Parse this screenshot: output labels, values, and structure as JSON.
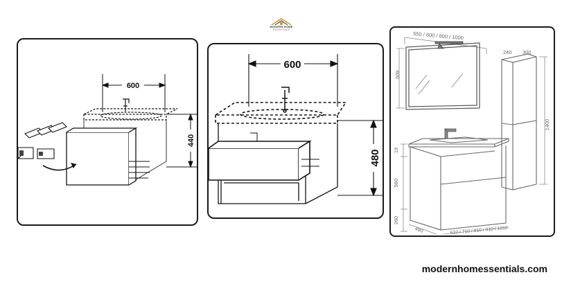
{
  "logo": {
    "line1": "MODERN HOME",
    "line2": "ESSENTIALS",
    "icon": "house-roof-logo-icon",
    "accent": "#c89b3c"
  },
  "left_drawing": {
    "width_label": "600",
    "height_label": "440",
    "arrow_icon": "curved-arrow-icon"
  },
  "middle_drawing": {
    "width_label": "600",
    "height_label": "480"
  },
  "right_drawing": {
    "mirror_width_label": "550 / 600 / 800 / 1000",
    "mirror_height_label": "600",
    "cabinet_depth_label": "240",
    "cabinet_width_label": "300",
    "cabinet_height_label": "1400",
    "top_thickness_label": "19",
    "vanity_height_label": "560",
    "legs_height_label": "260",
    "vanity_depth_label": "460",
    "vanity_width_label": "610 / 710 / 810 / 910 / 1010"
  },
  "footer": {
    "website": "modernhomessentials.com"
  }
}
